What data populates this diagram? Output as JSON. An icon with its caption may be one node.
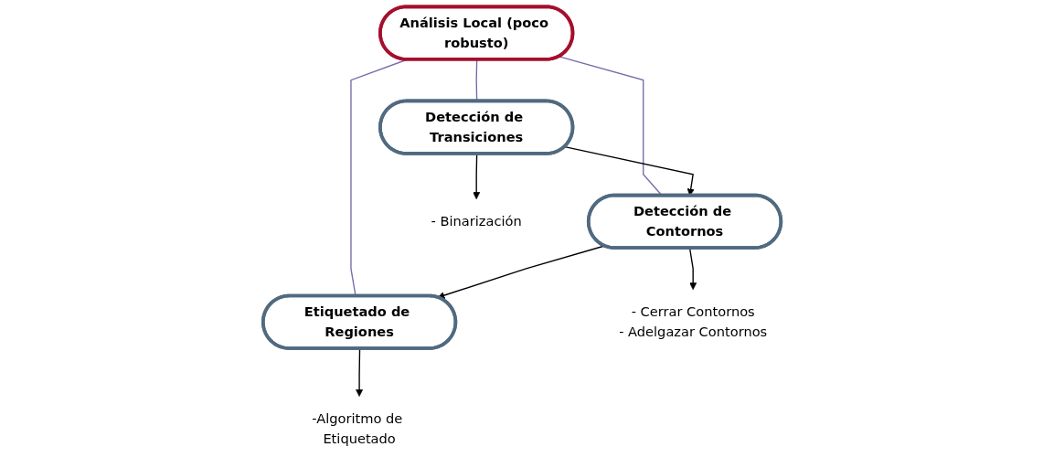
{
  "diagram": {
    "nodes": [
      {
        "text": [
          "Análisis Local (poco robusto)"
        ]
      },
      {
        "text": [
          "Detección de Transiciones"
        ]
      },
      {
        "text": [
          "Detección de Contornos"
        ]
      },
      {
        "text": [
          "Etiquetado de Regiones"
        ]
      },
      {
        "text": [
          "-  Binarización"
        ]
      },
      {
        "text": [
          "- Cerrar Contornos",
          "- Adelgazar Contornos"
        ]
      },
      {
        "text": [
          "-Algoritmo de Etiquetado"
        ]
      }
    ],
    "edges": [
      {
        "from": 0,
        "to": 1,
        "arrow": "none",
        "color": "#7a6aa8"
      },
      {
        "from": 0,
        "to": 2,
        "arrow": "none",
        "color": "#7a6aa8"
      },
      {
        "from": 0,
        "to": 3,
        "arrow": "none",
        "color": "#7a6aa8"
      },
      {
        "from": 1,
        "to": 2,
        "arrow": "to"
      },
      {
        "from": 2,
        "to": 3,
        "arrow": "to"
      },
      {
        "from": 1,
        "to": 4,
        "arrow": "to"
      },
      {
        "from": 2,
        "to": 5,
        "arrow": "to"
      },
      {
        "from": 3,
        "to": 6,
        "arrow": "to"
      }
    ]
  }
}
